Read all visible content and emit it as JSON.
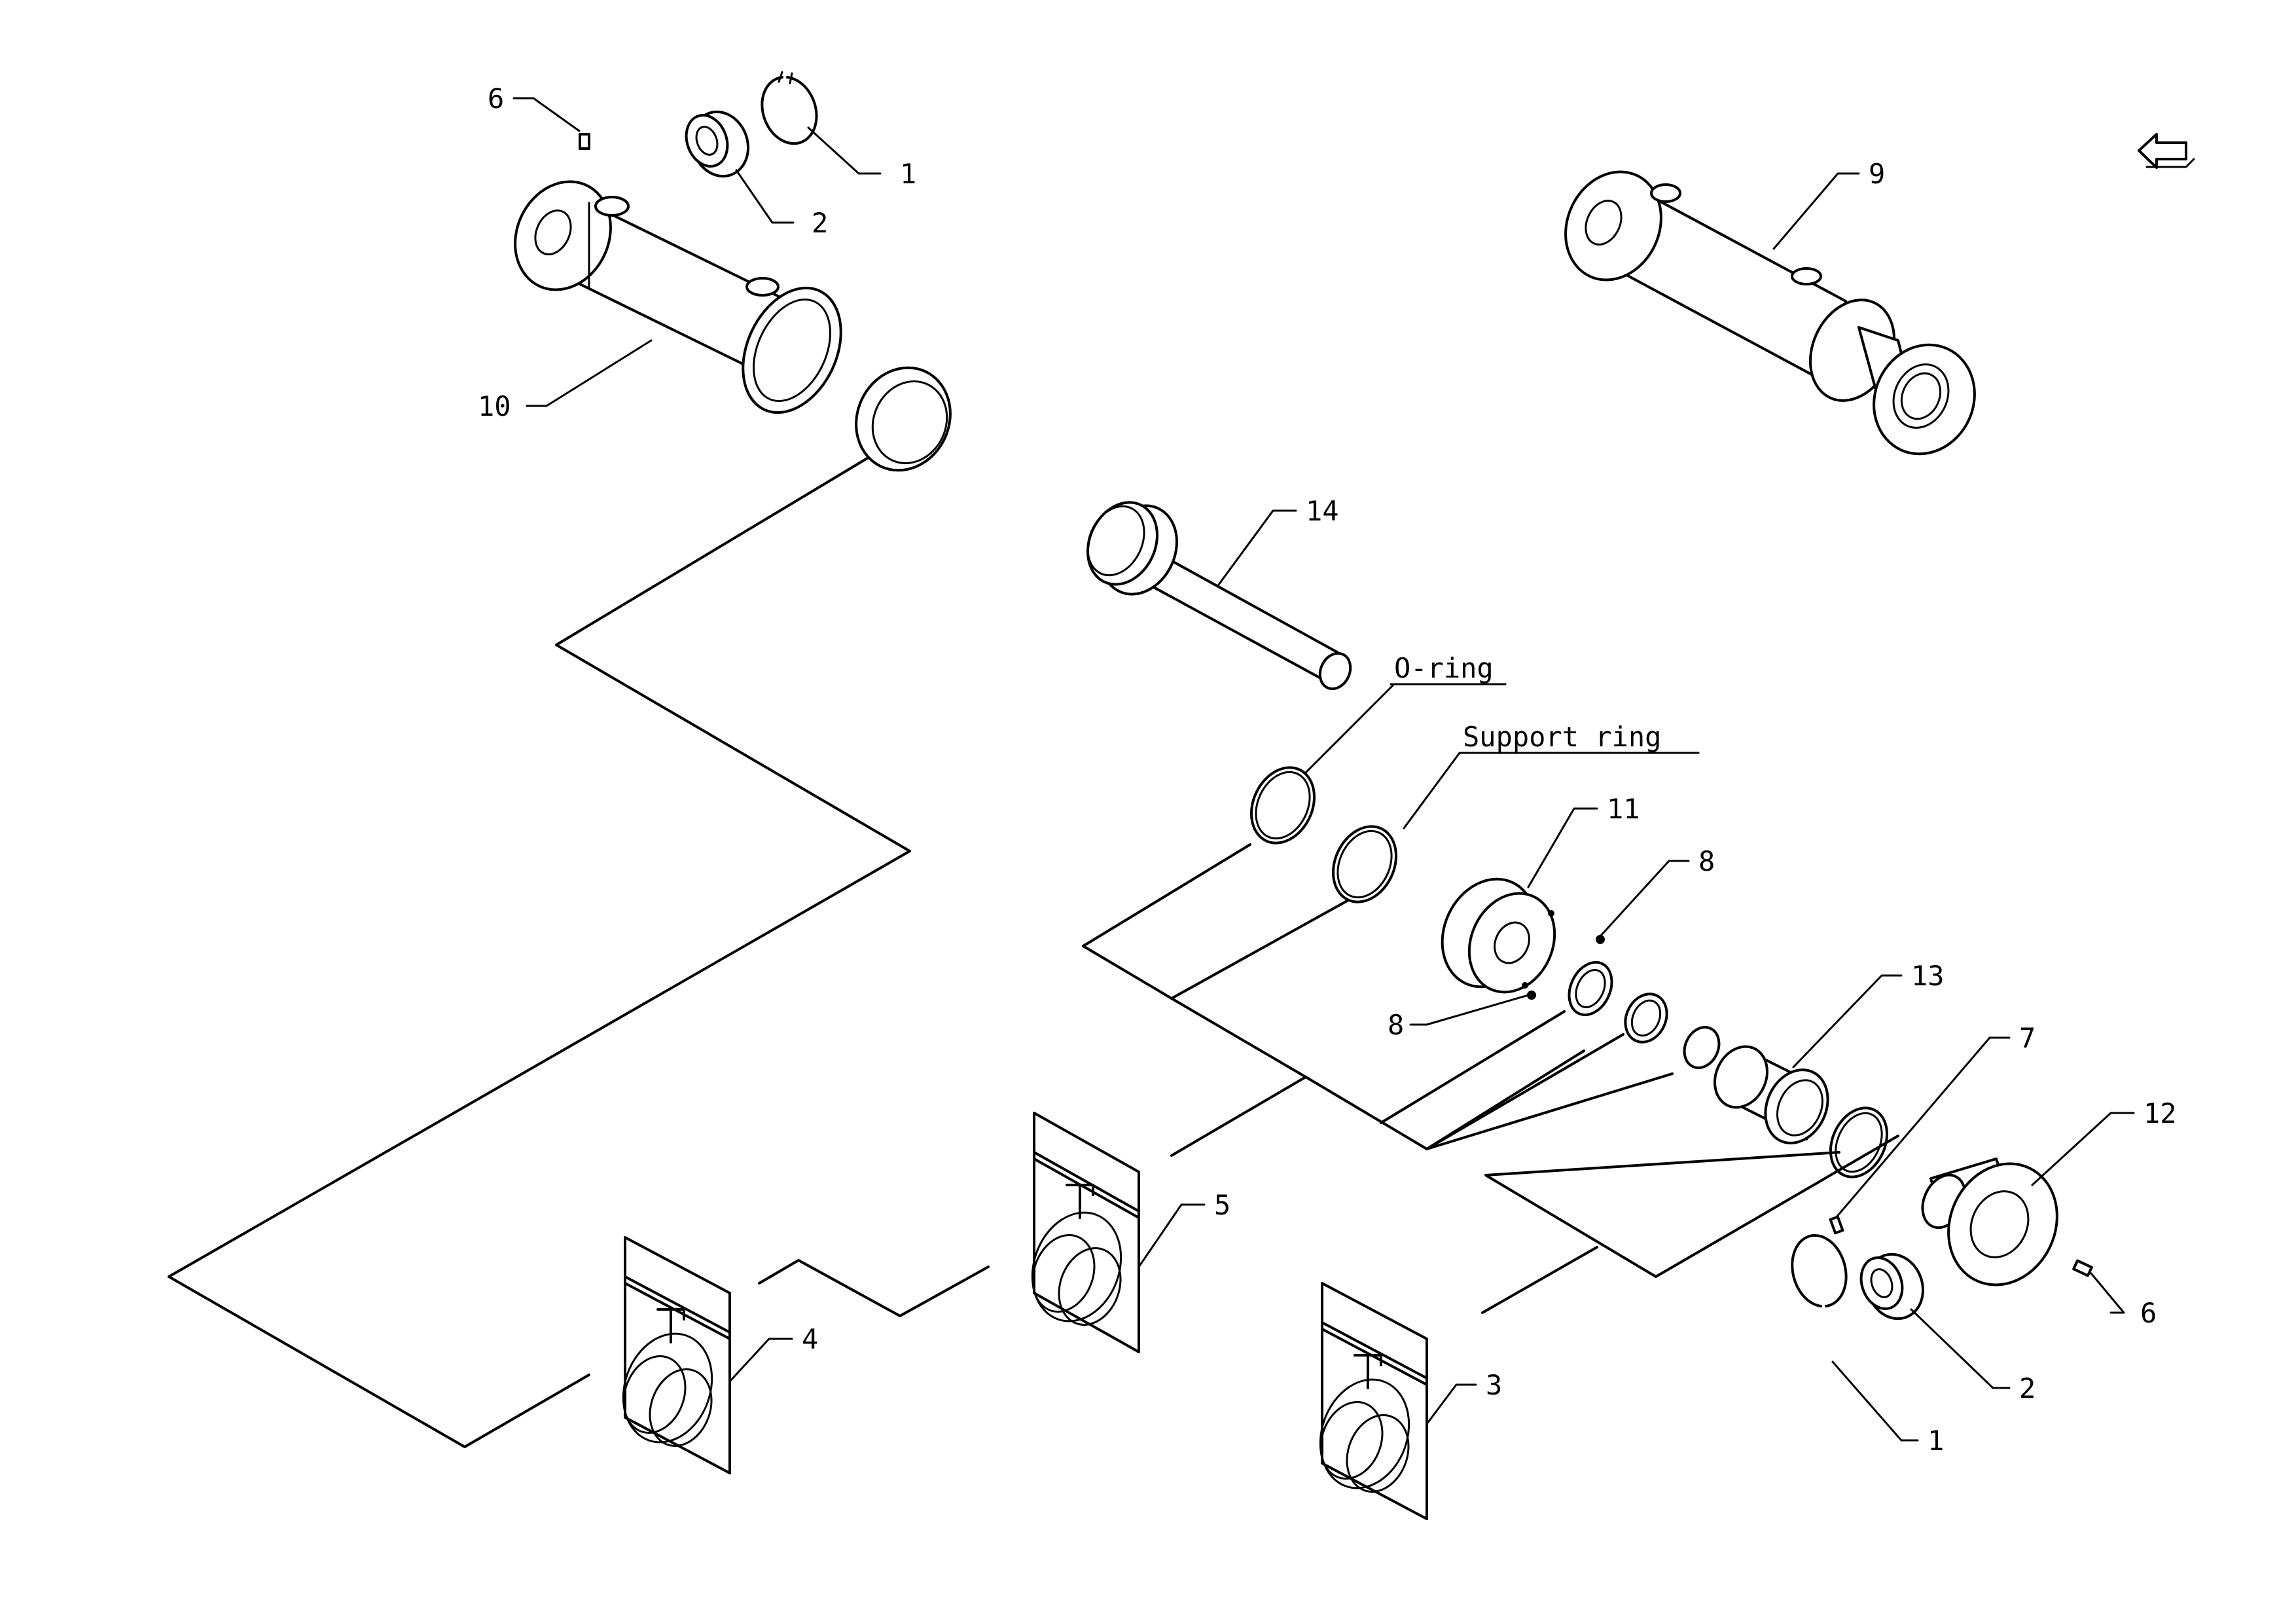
{
  "labels": {
    "p1a": "1",
    "p1b": "1",
    "p2a": "2",
    "p2b": "2",
    "p3": "3",
    "p4": "4",
    "p5": "5",
    "p6a": "6",
    "p6b": "6",
    "p7": "7",
    "p8a": "8",
    "p8b": "8",
    "p9": "9",
    "p10": "10",
    "p11": "11",
    "p12": "12",
    "p13": "13",
    "p14": "14",
    "oring": "O-ring",
    "support": "Support ring"
  },
  "icons": {
    "return_arrow": "return-arrow-icon",
    "kit_logo": "kit-logo-icon"
  }
}
